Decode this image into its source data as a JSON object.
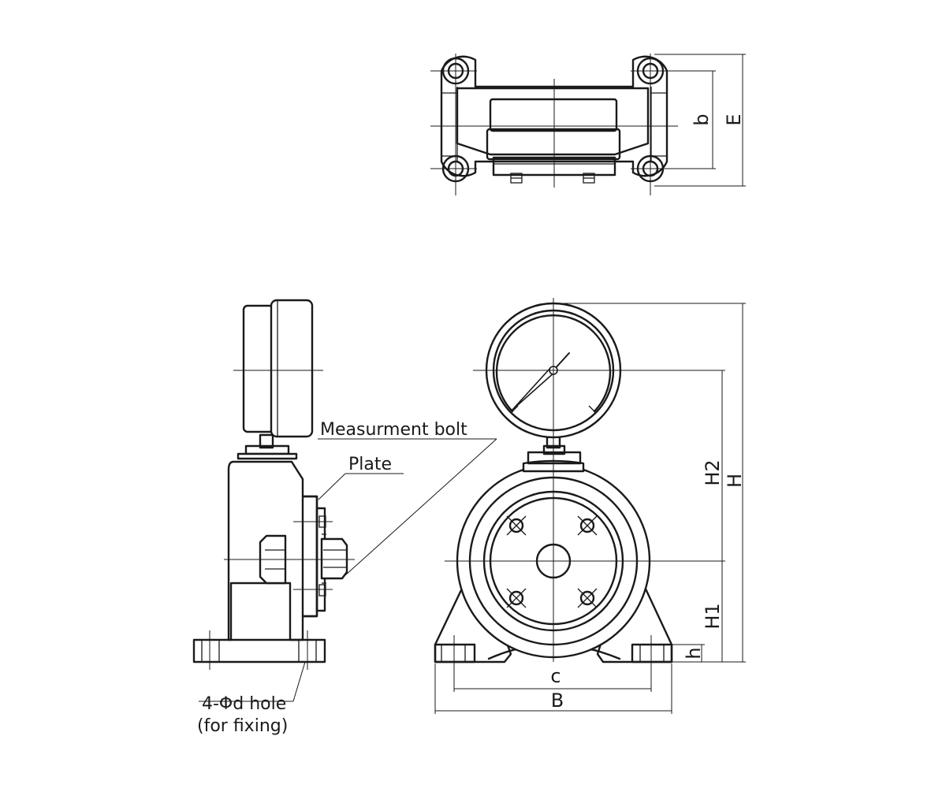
{
  "labels": {
    "measurement_bolt": "Measurment bolt",
    "plate": "Plate",
    "hole_line1": "4-Φd hole",
    "hole_line2": "(for fixing)"
  },
  "dimensions": {
    "b": "b",
    "E": "E",
    "H2": "H2",
    "H": "H",
    "H1": "H1",
    "h": "h",
    "c": "c",
    "B": "B"
  }
}
